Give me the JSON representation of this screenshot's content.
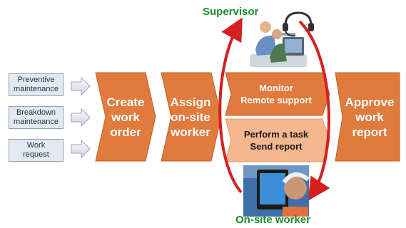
{
  "inputs": [
    {
      "label": "Preventive\nmaintenance"
    },
    {
      "label": "Breakdown\nmaintenance"
    },
    {
      "label": "Work\nrequest"
    }
  ],
  "steps": {
    "create": "Create\nwork\norder",
    "assign": "Assign\non-site\nworker",
    "monitor": "Monitor\nRemote support",
    "perform": "Perform a task\nSend report",
    "approve": "Approve\nwork\nreport"
  },
  "roles": {
    "supervisor": "Supervisor",
    "onsite": "On-site worker"
  },
  "icons": {
    "supervisor": "supervisor-at-computer-icon",
    "headset": "headset-icon",
    "onsite": "worker-with-tablet-icon"
  },
  "colors": {
    "step_orange": "#e07a3d",
    "step_light": "#f5b690",
    "input_fill": "#e3e9f1",
    "arrow_red": "#d42020",
    "label_green": "#1c8a2c"
  }
}
